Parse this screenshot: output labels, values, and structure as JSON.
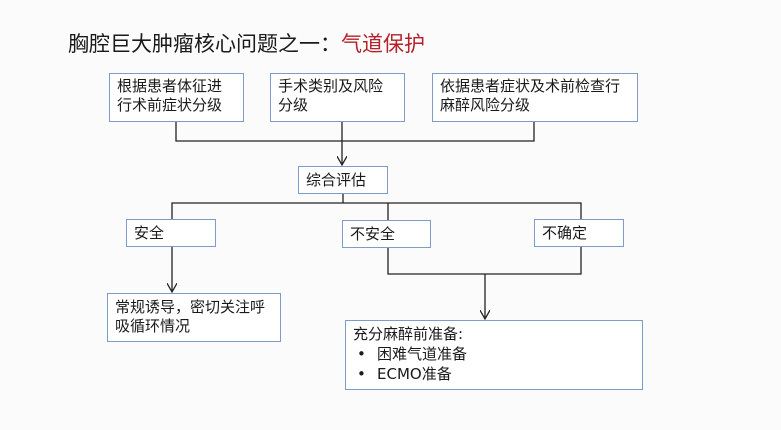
{
  "title": {
    "prefix": "胸腔巨大肿瘤核心问题之一：",
    "highlight": "气道保护",
    "highlight_color": "#b5222a"
  },
  "boxes": {
    "symptom_grading": "根据患者体征进行术前症状分级",
    "surgery_risk": "手术类别及风险分级",
    "anesthesia_risk": "依据患者症状及术前检查行麻醉风险分级",
    "comprehensive": "综合评估",
    "safe": "安全",
    "unsafe": "不安全",
    "uncertain": "不确定",
    "routine": "常规诱导，密切关注呼吸循环情况",
    "preparation": {
      "heading": "充分麻醉前准备:",
      "items": [
        "困难气道准备",
        "ECMO准备"
      ]
    }
  }
}
